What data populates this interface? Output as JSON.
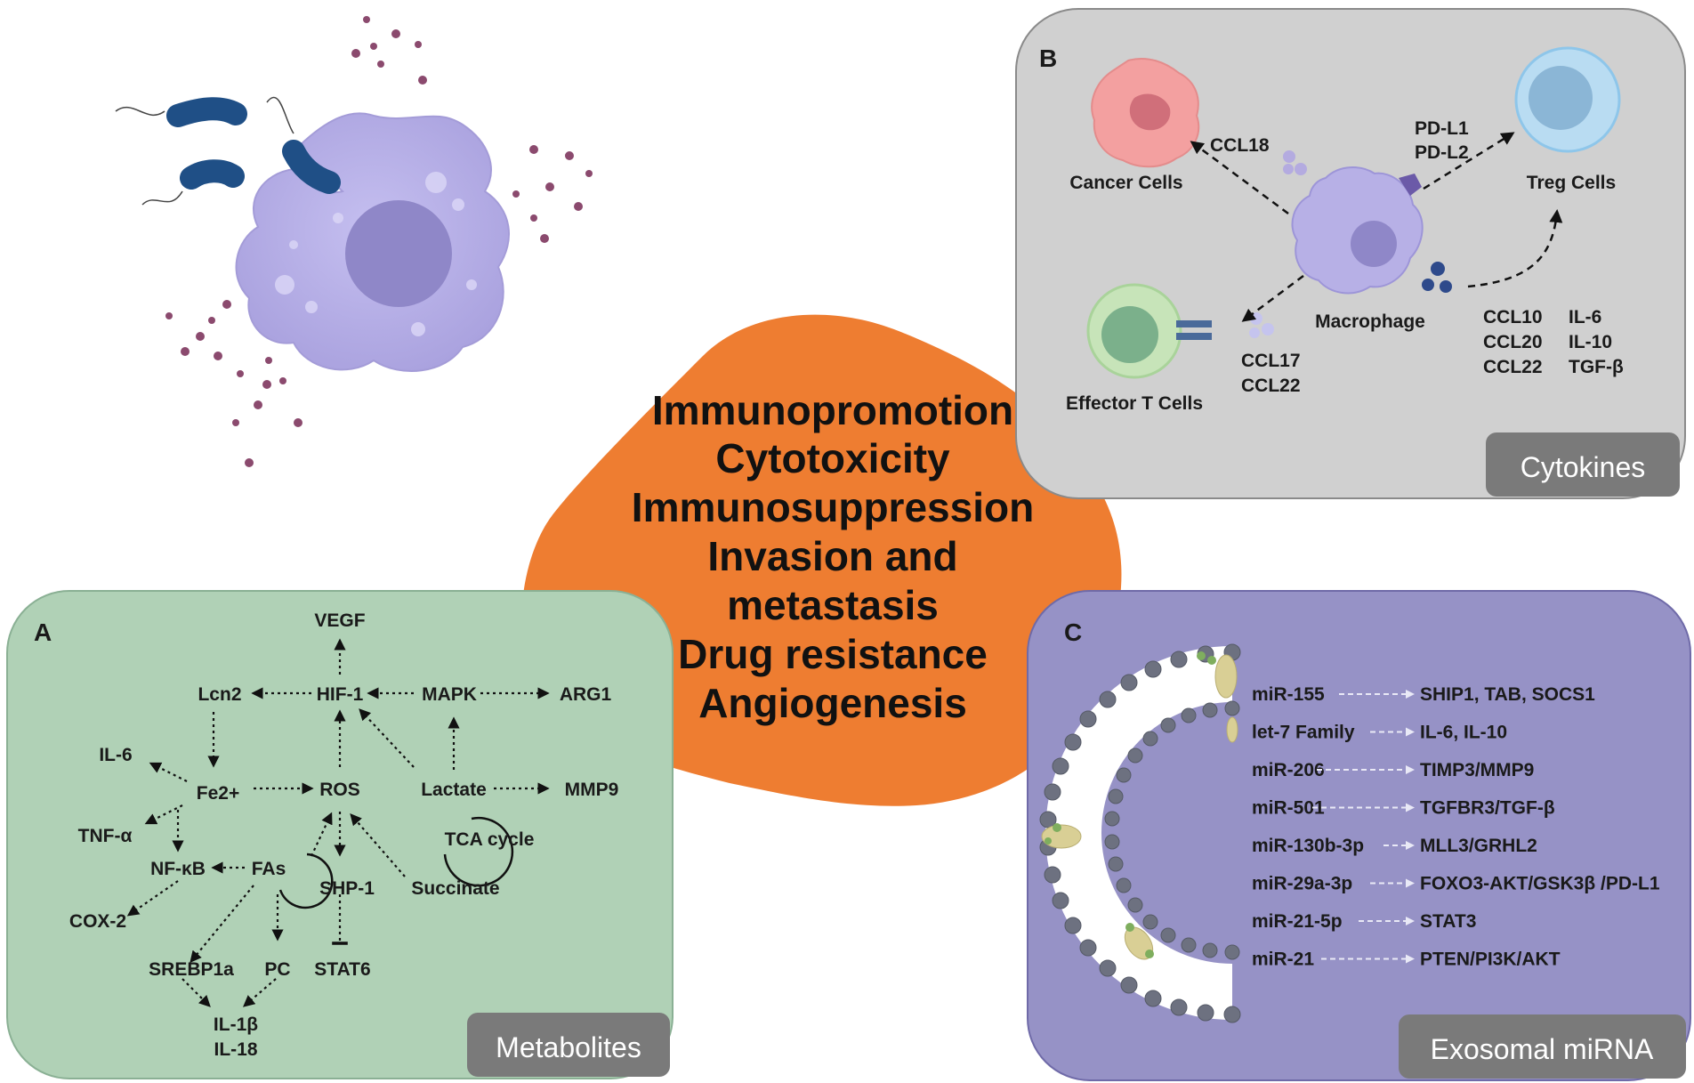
{
  "center": {
    "lines": [
      "Immunopromotion",
      "Cytotoxicity",
      "Immunosuppression",
      "Invasion and",
      "metastasis",
      "Drug resistance",
      "Angiogenesis"
    ]
  },
  "panel_a": {
    "letter": "A",
    "tag": "Metabolites",
    "labels": {
      "vegf": "VEGF",
      "lcn2": "Lcn2",
      "hif1": "HIF-1",
      "mapk": "MAPK",
      "arg1": "ARG1",
      "il6": "IL-6",
      "fe2": "Fe2+",
      "ros": "ROS",
      "lactate": "Lactate",
      "mmp9": "MMP9",
      "tnfa": "TNF-α",
      "tca": "TCA cycle",
      "nfkb": "NF-κB",
      "fas": "FAs",
      "shp1": "SHP-1",
      "succinate": "Succinate",
      "cox2": "COX-2",
      "srebp1a": "SREBP1a",
      "pc": "PC",
      "stat6": "STAT6",
      "il1b": "IL-1β",
      "il18": "IL-18"
    }
  },
  "panel_b": {
    "letter": "B",
    "tag": "Cytokines",
    "labels": {
      "cancer": "Cancer Cells",
      "ccl18": "CCL18",
      "pdl1": "PD-L1",
      "pdl2": "PD-L2",
      "treg": "Treg Cells",
      "macrophage": "Macrophage",
      "effector": "Effector T Cells",
      "ccl17": "CCL17",
      "ccl22a": "CCL22",
      "col1": [
        "CCL10",
        "CCL20",
        "CCL22"
      ],
      "col2": [
        "IL-6",
        "IL-10",
        "TGF-β"
      ]
    }
  },
  "panel_c": {
    "letter": "C",
    "tag": "Exosomal miRNA",
    "rows": [
      {
        "mirna": "miR-155",
        "target": "SHIP1, TAB, SOCS1"
      },
      {
        "mirna": "let-7 Family",
        "target": "IL-6, IL-10"
      },
      {
        "mirna": "miR-206",
        "target": "TIMP3/MMP9"
      },
      {
        "mirna": "miR-501",
        "target": "TGFBR3/TGF-β"
      },
      {
        "mirna": "miR-130b-3p",
        "target": "MLL3/GRHL2"
      },
      {
        "mirna": "miR-29a-3p",
        "target": "FOXO3-AKT/GSK3β /PD-L1"
      },
      {
        "mirna": "miR-21-5p",
        "target": "STAT3"
      },
      {
        "mirna": "miR-21",
        "target": "PTEN/PI3K/AKT"
      }
    ]
  },
  "colors": {
    "center_blob": "#ee7d31",
    "panel_a": "#b0d1b6",
    "panel_b": "#d0d0d0",
    "panel_c": "#9692c6",
    "tag": "#7a7a7a",
    "macrophage": "#b7b0e6",
    "bacteria": "#2b4f7a"
  }
}
